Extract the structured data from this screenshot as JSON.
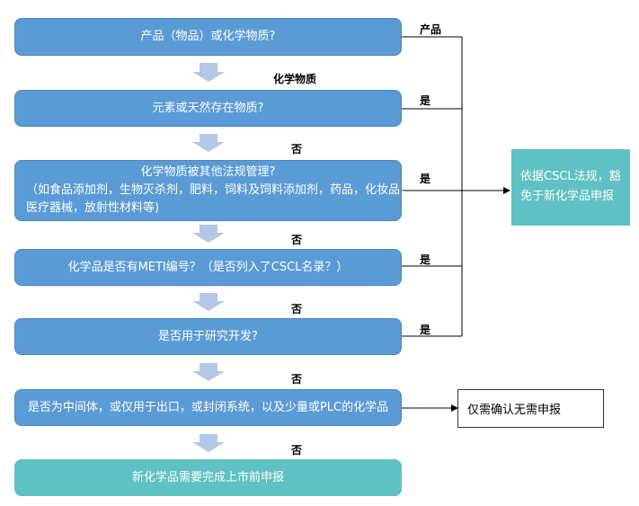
{
  "boxes": {
    "q1": "产品（物品）或化学物质?",
    "q2": "元素或天然存在物质?",
    "q3_line1": "化学物质被其他法规管理?",
    "q3_line2": "（如食品添加剂，生物灭杀剂，肥料，饲料及饲料添加剂，药品，化妆品，",
    "q3_line3": "医疗器械，放射性材料等)",
    "q4": "化学品是否有METI编号？（是否列入了CSCL名录？）",
    "q5": "是否用于研究开发?",
    "q6": "是否为中间体，或仅用于出口，或封闭系统，以及少量或PLC的化学品",
    "final": "新化学品需要完成上市前申报"
  },
  "side_box": "依据CSCL法规，豁免于新化学品申报",
  "right_box": "仅需确认无需申报",
  "labels": {
    "product": "产品",
    "chem_substance": "化学物质",
    "yes1": "是",
    "no1": "否",
    "yes2": "是",
    "no2": "否",
    "yes3": "是",
    "no3": "否",
    "yes4": "是",
    "no4": "否",
    "no5": "否"
  },
  "colors": {
    "blue_box": "#5b9bd5",
    "teal_box": "#5fc1c3",
    "arrow": "#b4c7e7"
  }
}
